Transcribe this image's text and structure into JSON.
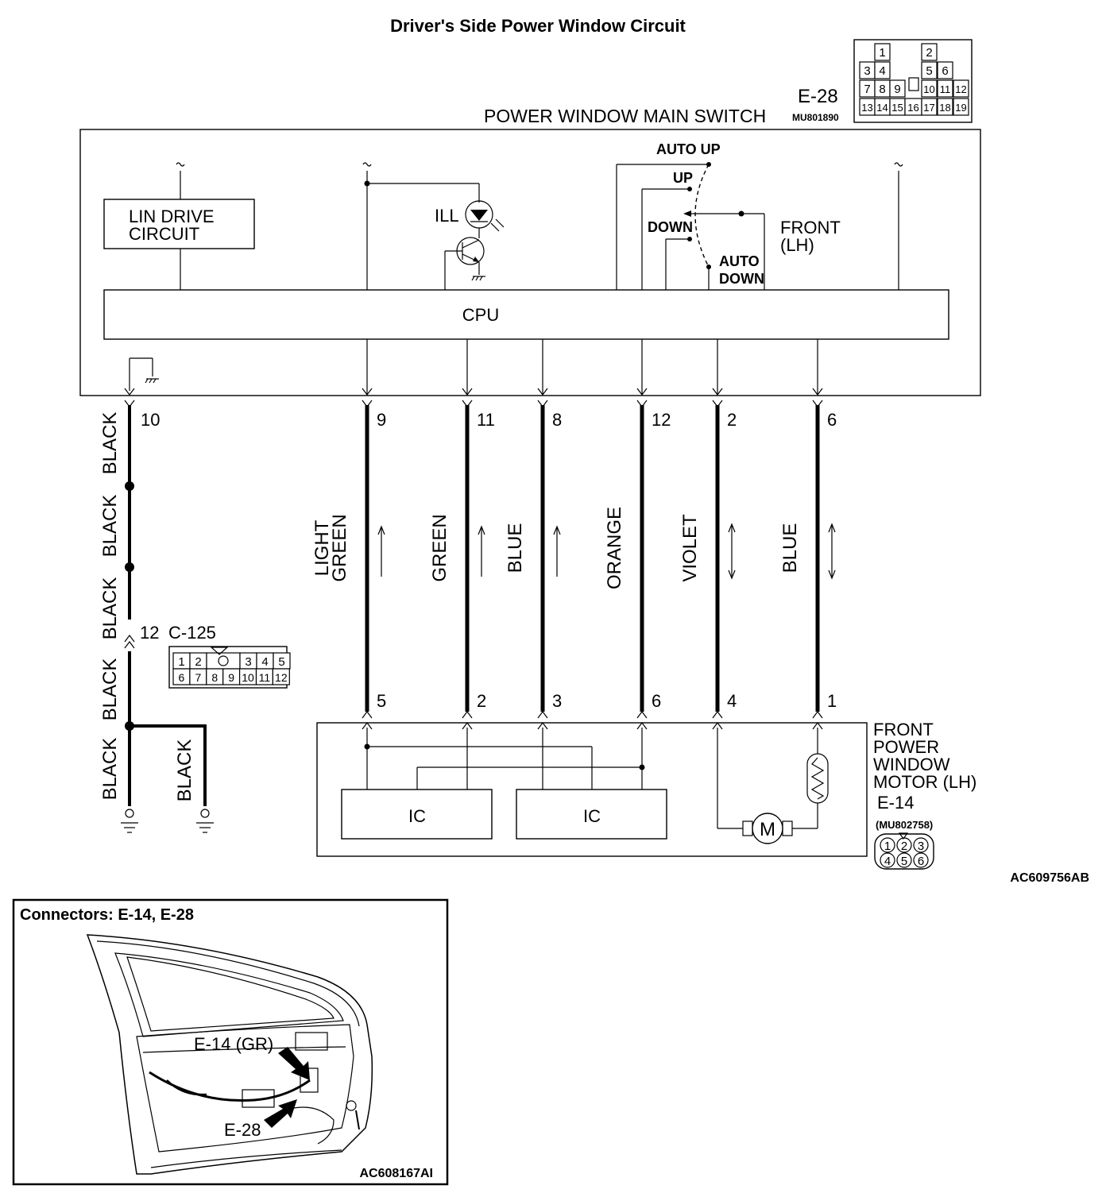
{
  "title": "Driver's Side Power Window Circuit",
  "main_switch": {
    "connector_id": "E-28",
    "name": "POWER WINDOW MAIN SWITCH",
    "part_no": "MU801890",
    "lin_label": [
      "LIN DRIVE",
      "CIRCUIT"
    ],
    "ill_label": "ILL",
    "cpu_label": "CPU",
    "switch_positions": [
      "AUTO UP",
      "UP",
      "DOWN",
      "AUTO",
      "DOWN"
    ],
    "switch_name": [
      "FRONT",
      "(LH)"
    ],
    "connector_pins": [
      [
        "1",
        "",
        "",
        "",
        "2",
        ""
      ],
      [
        "3",
        "4",
        "",
        "",
        "5",
        "6"
      ],
      [
        "7",
        "8",
        "9",
        "",
        "10",
        "11",
        "12"
      ],
      [
        "13",
        "14",
        "15",
        "16",
        "17",
        "18",
        "19"
      ]
    ]
  },
  "wires": [
    {
      "pin": "9",
      "color": "LIGHT GREEN",
      "lines": [
        "LIGHT",
        "GREEN"
      ],
      "motor_pin": "5"
    },
    {
      "pin": "11",
      "color": "GREEN",
      "lines": [
        "GREEN"
      ],
      "motor_pin": "2"
    },
    {
      "pin": "8",
      "color": "BLUE",
      "lines": [
        "BLUE"
      ],
      "motor_pin": "3"
    },
    {
      "pin": "12",
      "color": "ORANGE",
      "lines": [
        "ORANGE"
      ],
      "motor_pin": "6"
    },
    {
      "pin": "2",
      "color": "VIOLET",
      "lines": [
        "VIOLET"
      ],
      "motor_pin": "4"
    },
    {
      "pin": "6",
      "color": "BLUE",
      "lines": [
        "BLUE"
      ],
      "motor_pin": "1"
    }
  ],
  "ground": {
    "pin": "10",
    "segments": [
      "BLACK",
      "BLACK",
      "BLACK",
      "BLACK",
      "BLACK",
      "BLACK"
    ],
    "junction_pin": "12",
    "junction_connector": "C-125",
    "junction_cells_top": [
      "1",
      "2",
      "",
      "3",
      "4",
      "5"
    ],
    "junction_cells_bottom": [
      "6",
      "7",
      "8",
      "9",
      "10",
      "11",
      "12"
    ]
  },
  "motor": {
    "name": [
      "FRONT",
      "POWER",
      "WINDOW",
      "MOTOR (LH)"
    ],
    "connector_id": "E-14",
    "part_no": "(MU802758)",
    "ic_label": "IC",
    "motor_symbol": "M",
    "connector_pins_top": [
      "1",
      "2",
      "3"
    ],
    "connector_pins_bottom": [
      "4",
      "5",
      "6"
    ]
  },
  "figure_code_main": "AC609756AB",
  "inset": {
    "title": "Connectors: E-14, E-28",
    "label_e14": "E-14 (GR)",
    "label_e28": "E-28",
    "figure_code": "AC608167AI"
  }
}
